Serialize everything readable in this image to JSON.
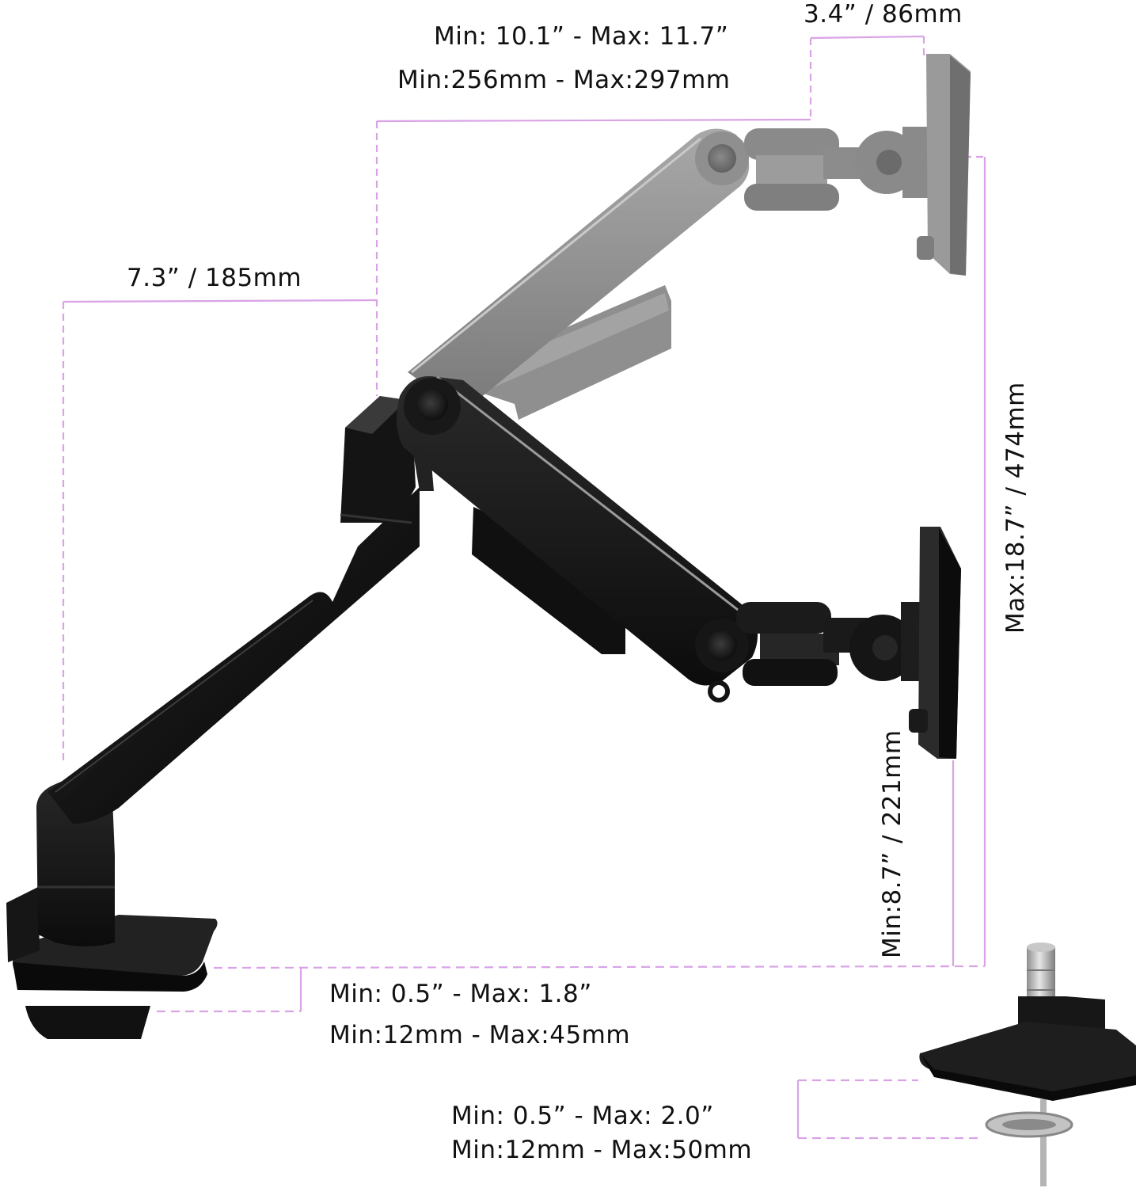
{
  "diagram": {
    "subject": "Single monitor arm with gas spring, C-clamp and grommet mount",
    "colors": {
      "dimension_line": "#d9a3e6",
      "arm_black": "#1a1a1a",
      "arm_ghost_gray": "#8a8a8a",
      "text": "#111111",
      "background": "#ffffff"
    },
    "dimensions": {
      "vesa_offset": {
        "label": "3.4” / 86mm"
      },
      "arm_reach": {
        "line1": "Min: 10.1” - Max: 11.7”",
        "line2": "Min:256mm - Max:297mm"
      },
      "pole_offset": {
        "label": "7.3” / 185mm"
      },
      "max_height": {
        "label": "Max:18.7” / 474mm"
      },
      "min_height": {
        "label": "Min:8.7” / 221mm"
      },
      "clamp_thickness": {
        "line1": "Min: 0.5” - Max: 1.8”",
        "line2": "Min:12mm - Max:45mm"
      },
      "grommet_thickness": {
        "line1": "Min: 0.5” - Max: 2.0”",
        "line2": "Min:12mm - Max:50mm"
      }
    },
    "components": [
      "c-clamp-base",
      "vertical-pole",
      "lower-arm",
      "gas-spring-upper-arm-lowered",
      "gas-spring-upper-arm-raised-ghost",
      "tilt-swivel-joint",
      "vesa-plate",
      "grommet-mount"
    ]
  }
}
